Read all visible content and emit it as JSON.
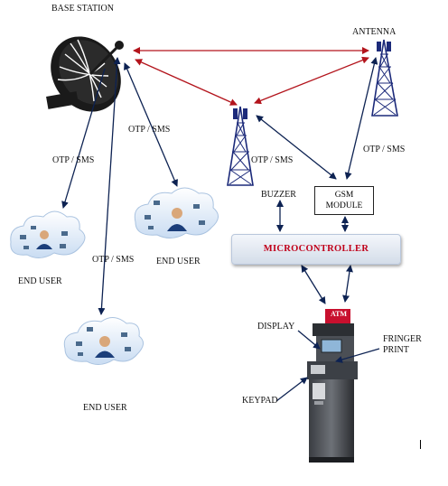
{
  "labels": {
    "base_station": "BASE STATION",
    "antenna": "ANTENNA",
    "buzzer": "BUZZER",
    "gsm_module": [
      "GSM",
      "MODULE"
    ],
    "microcontroller": "MICROCONTROLLER",
    "display": "DISPLAY",
    "finger_print": [
      "FRINGER",
      "PRINT"
    ],
    "keypad": "KEYPAD",
    "atm": "ATM",
    "otp_sms": "OTP / SMS",
    "end_user": "END USER"
  },
  "colors": {
    "red_link": "#b3141c",
    "blue_link": "#0d2252",
    "mcu_text": "#c0001a"
  }
}
